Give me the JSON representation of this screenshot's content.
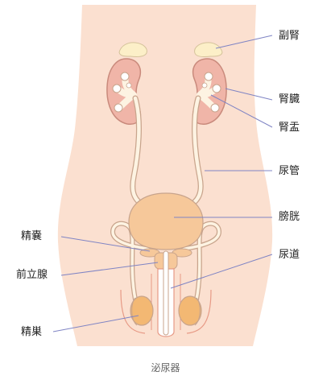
{
  "labels": {
    "adrenal": "副腎",
    "kidney": "腎臓",
    "pelvis": "腎盂",
    "ureter": "尿管",
    "bladder": "膀胱",
    "seminal_vesicle": "精嚢",
    "urethra": "尿道",
    "prostate": "前立腺",
    "testis": "精巣"
  },
  "caption": "泌尿器",
  "colors": {
    "skin": "#fbe0d0",
    "kidney": "#f0b5a8",
    "kidney_outline": "#c98a7c",
    "adrenal": "#fcefc8",
    "tube": "#fdf3e2",
    "tube_outline": "#c8a48c",
    "bladder": "#f6c89a",
    "testis": "#f3b873",
    "leader": "#7f84c4"
  }
}
